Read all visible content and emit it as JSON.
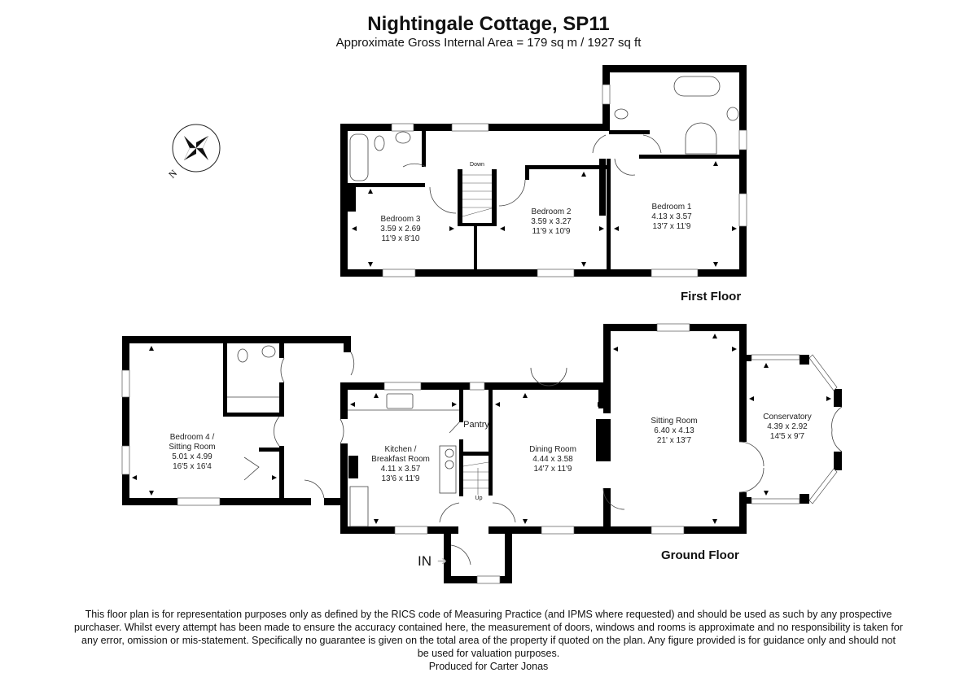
{
  "header": {
    "title": "Nightingale Cottage, SP11",
    "subtitle": "Approximate Gross Internal Area = 179 sq m / 1927 sq ft"
  },
  "compass": {
    "icon": "compass-rose-icon",
    "north_label": "N"
  },
  "first_floor": {
    "label": "First Floor",
    "stair_label": "Down",
    "rooms": [
      {
        "name": "Bedroom 3",
        "metric": "3.59 x 2.69",
        "imperial": "11'9 x 8'10"
      },
      {
        "name": "Bedroom 2",
        "metric": "3.59 x 3.27",
        "imperial": "11'9 x 10'9"
      },
      {
        "name": "Bedroom 1",
        "metric": "4.13 x 3.57",
        "imperial": "13'7 x 11'9"
      }
    ]
  },
  "ground_floor": {
    "label": "Ground Floor",
    "stair_label": "Up",
    "entrance_label": "IN",
    "rooms": [
      {
        "name": "Bedroom 4 /",
        "name2": "Sitting Room",
        "metric": "5.01 x 4.99",
        "imperial": "16'5 x 16'4"
      },
      {
        "name": "Kitchen /",
        "name2": "Breakfast Room",
        "metric": "4.11 x 3.57",
        "imperial": "13'6 x 11'9"
      },
      {
        "name": "Pantry"
      },
      {
        "name": "Dining Room",
        "metric": "4.44 x 3.58",
        "imperial": "14'7 x 11'9"
      },
      {
        "name": "Sitting Room",
        "metric": "6.40 x 4.13",
        "imperial": "21' x 13'7"
      },
      {
        "name": "Conservatory",
        "metric": "4.39 x 2.92",
        "imperial": "14'5 x 9'7"
      }
    ]
  },
  "footer": {
    "disclaimer_lines": [
      "This floor plan is for representation purposes only as defined by the RICS code of Measuring Practice (and IPMS where requested) and should be used as such by any prospective",
      "purchaser. Whilst every attempt has been made to ensure the accuracy contained here, the measurement of doors, windows and rooms is approximate and no responsibility is taken for",
      "any error, omission or mis-statement. Specifically no guarantee is given on the total area of the property if quoted on the plan. Any figure provided is for guidance only and should not",
      "be used for valuation purposes."
    ],
    "produced_for": "Produced for Carter Jonas"
  }
}
